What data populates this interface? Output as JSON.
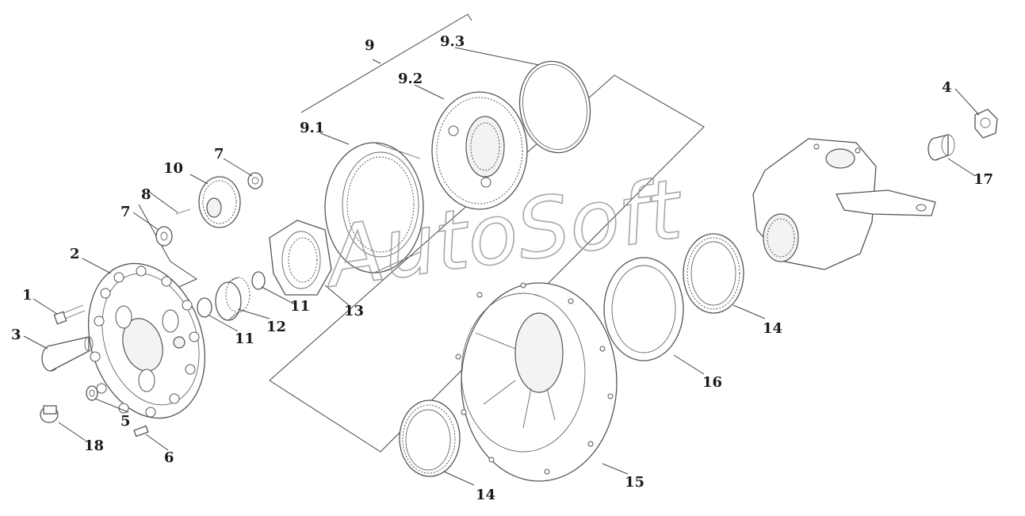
{
  "watermark": "AutoSoft",
  "callouts": {
    "c1": "1",
    "c2": "2",
    "c3": "3",
    "c4": "4",
    "c5": "5",
    "c6": "6",
    "c7a": "7",
    "c7b": "7",
    "c8": "8",
    "c9": "9",
    "c9_1": "9.1",
    "c9_2": "9.2",
    "c9_3": "9.3",
    "c10": "10",
    "c11a": "11",
    "c11b": "11",
    "c12": "12",
    "c13": "13",
    "c14a": "14",
    "c14b": "14",
    "c15": "15",
    "c16": "16",
    "c17": "17",
    "c18": "18"
  }
}
